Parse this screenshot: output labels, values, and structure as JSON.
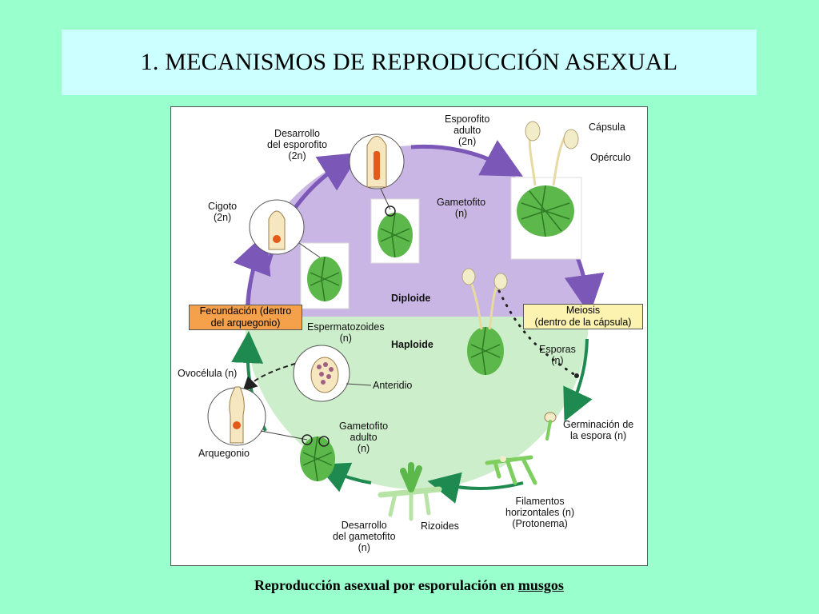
{
  "title": "1. MECANISMOS DE REPRODUCCIÓN ASEXUAL",
  "caption": {
    "text": "Reproducción asexual por esporulación en",
    "highlight": "musgos"
  },
  "diagram": {
    "phases": {
      "diploid": "Diploide",
      "haploid": "Haploide"
    },
    "labels": {
      "desarrollo_esporofito": [
        "Desarrollo",
        "del esporofito",
        "(2n)"
      ],
      "esporofito_adulto": [
        "Esporofito",
        "adulto",
        "(2n)"
      ],
      "capsula": "Cápsula",
      "operculo": "Opérculo",
      "gametofito": [
        "Gametofito",
        "(n)"
      ],
      "cigoto": [
        "Cigoto",
        "(2n)"
      ],
      "fecundacion": [
        "Fecundación (dentro",
        "del arquegonio)"
      ],
      "meiosis": [
        "Meiosis",
        "(dentro de la cápsula)"
      ],
      "espermatozoides": [
        "Espermatozoides",
        "(n)"
      ],
      "esporas": [
        "Esporas",
        "(n)"
      ],
      "ovocelula": "Ovocélula (n)",
      "anteridio": "Anteridio",
      "gametofito_adulto": [
        "Gametofito",
        "adulto",
        "(n)"
      ],
      "germinacion": [
        "Germinación de",
        "la espora (n)"
      ],
      "arquegonio": "Arquegonio",
      "filamentos": [
        "Filamentos",
        "horizontales (n)",
        "(Protonema)"
      ],
      "desarrollo_gametofito": [
        "Desarrollo",
        "del gametofito",
        "(n)"
      ],
      "rizoides": "Rizoides"
    },
    "colors": {
      "diploid_fill": "#c9b6e4",
      "diploid_arrow": "#7b57b8",
      "haploid_fill": "#cdeecb",
      "haploid_arrow": "#1e8a50",
      "fecundacion_box": "#f5a04a",
      "meiosis_box": "#fdf3b0",
      "plant_green": "#5cb84a"
    }
  }
}
